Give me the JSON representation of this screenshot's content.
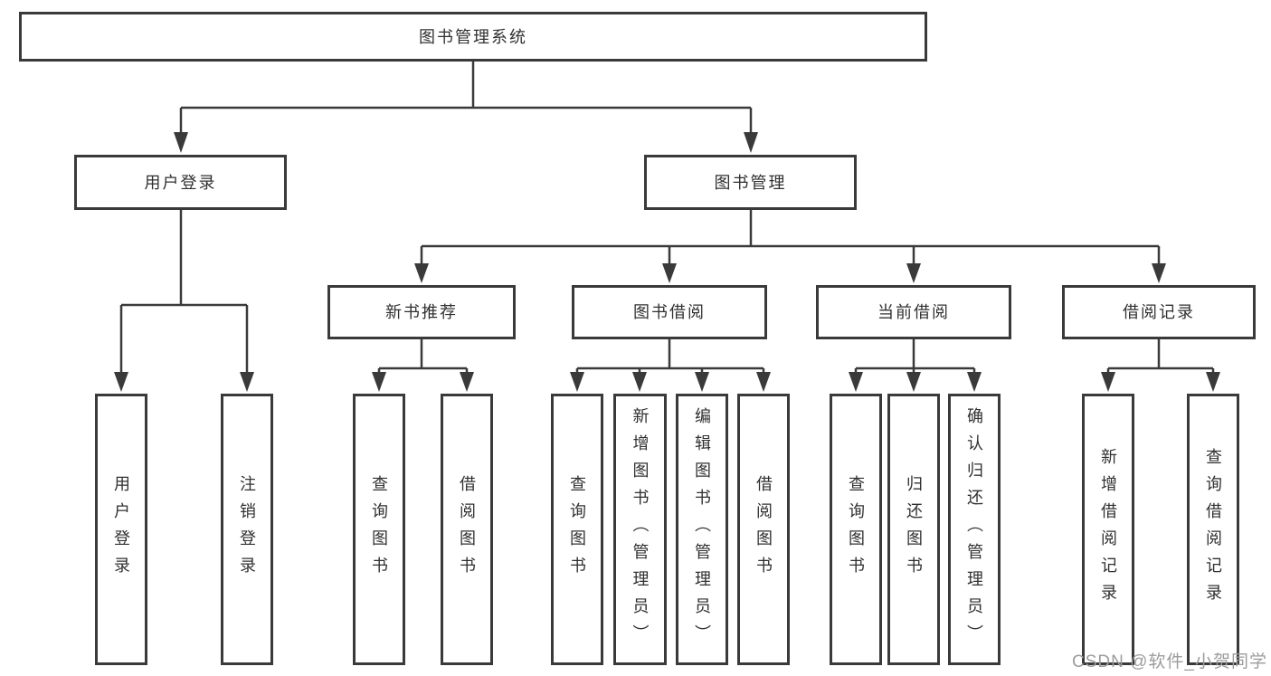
{
  "diagram": {
    "root": {
      "label": "图书管理系统"
    },
    "branches": [
      {
        "label": "用户登录",
        "children": [
          {
            "label": "用户登录"
          },
          {
            "label": "注销登录"
          }
        ]
      },
      {
        "label": "图书管理",
        "children": [
          {
            "label": "新书推荐",
            "children": [
              {
                "label": "查询图书"
              },
              {
                "label": "借阅图书"
              }
            ]
          },
          {
            "label": "图书借阅",
            "children": [
              {
                "label": "查询图书"
              },
              {
                "label": "新增图书（管理员）"
              },
              {
                "label": "编辑图书（管理员）"
              },
              {
                "label": "借阅图书"
              }
            ]
          },
          {
            "label": "当前借阅",
            "children": [
              {
                "label": "查询图书"
              },
              {
                "label": "归还图书"
              },
              {
                "label": "确认归还（管理员）"
              }
            ]
          },
          {
            "label": "借阅记录",
            "children": [
              {
                "label": "新增借阅记录"
              },
              {
                "label": "查询借阅记录"
              }
            ]
          }
        ]
      }
    ]
  },
  "watermark": {
    "text": "CSDN @软件_小贺同学"
  },
  "colors": {
    "line": "#3a3a3a",
    "box_border": "#3a3a3a",
    "text": "#303030",
    "watermark": "#9c9c9c",
    "background": "#ffffff"
  }
}
